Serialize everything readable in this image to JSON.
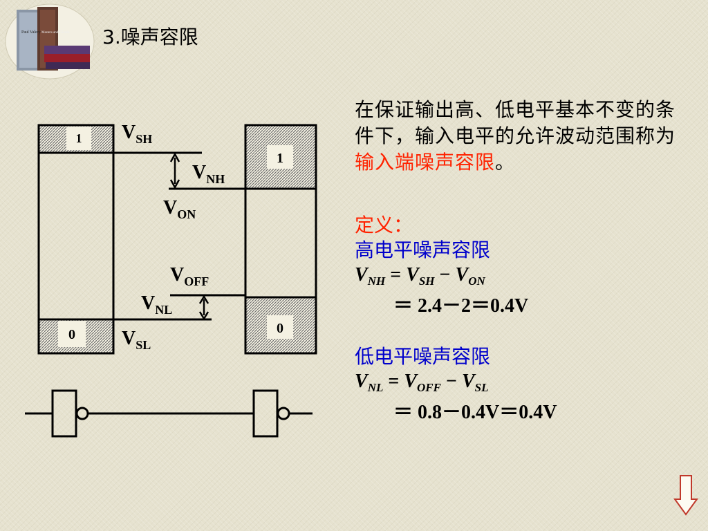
{
  "slide": {
    "title": "3.噪声容限"
  },
  "logo": {
    "book_text_line1": "Paul Valery",
    "book_text_line2": "Masters and Friends"
  },
  "diagram": {
    "left_gate": {
      "high_label": "1",
      "low_label": "0"
    },
    "right_gate": {
      "high_label": "1",
      "low_label": "0"
    },
    "labels": {
      "vsh_main": "V",
      "vsh_sub": "SH",
      "vnh_main": "V",
      "vnh_sub": "NH",
      "von_main": "V",
      "von_sub": "ON",
      "voff_main": "V",
      "voff_sub": "OFF",
      "vnl_main": "V",
      "vnl_sub": "NL",
      "vsl_main": "V",
      "vsl_sub": "SL"
    }
  },
  "description": {
    "text_before": "在保证输出高、低电平基本不变的条件下，输入电平的允许波动范围称为",
    "highlight": "输入端噪声容限",
    "text_after": "。"
  },
  "definition": {
    "heading": "定义：",
    "high_title": "高电平噪声容限",
    "high_formula": {
      "lhs": "V",
      "lhs_sub": "NH",
      "op1": " = ",
      "a": "V",
      "a_sub": "SH",
      "op2": " − ",
      "b": "V",
      "b_sub": "ON",
      "result": "＝ 2.4－2＝0.4V"
    },
    "low_title": "低电平噪声容限",
    "low_formula": {
      "lhs": "V",
      "lhs_sub": "NL",
      "op1": " = ",
      "a": "V",
      "a_sub": "OFF",
      "op2": " − ",
      "b": "V",
      "b_sub": "SL",
      "result": "＝ 0.8－0.4V＝0.4V"
    }
  },
  "colors": {
    "red_highlight": "#ff2200",
    "blue_text": "#0000cc",
    "background": "#e6e2cf",
    "hatch_fill": "#7a7a7a"
  },
  "nav": {
    "icon": "down-arrow-icon"
  }
}
